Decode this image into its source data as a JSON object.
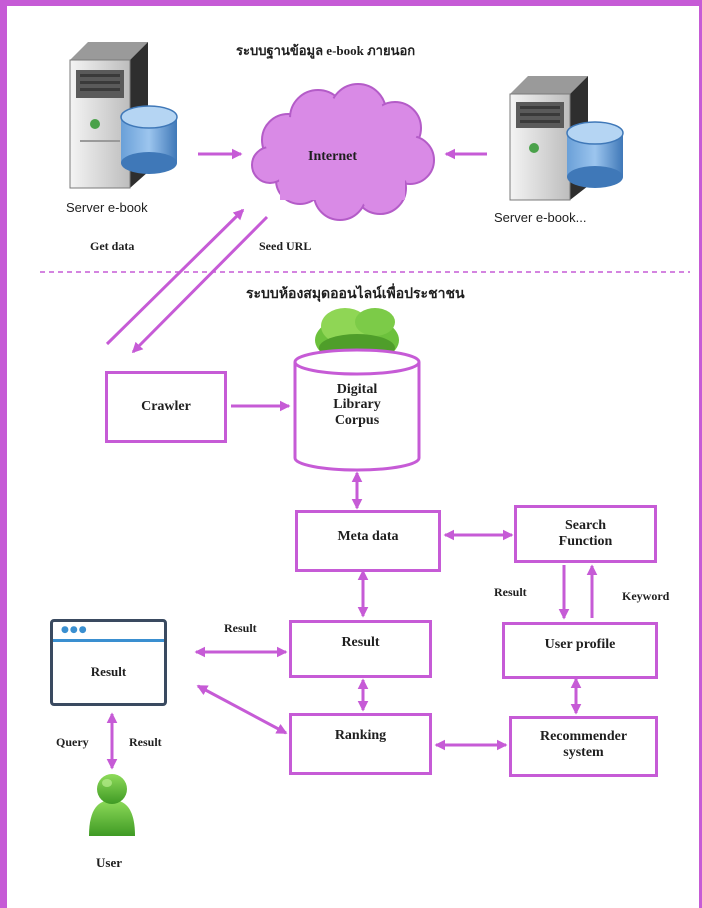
{
  "titles": {
    "external": "ระบบฐานข้อมูล e-book ภายนอก",
    "library": "ระบบห้องสมุดออนไลน์เพื่อประชาชน"
  },
  "servers": {
    "left_label": "Server e-book",
    "right_label": "Server e-book..."
  },
  "internet": {
    "label": "Internet"
  },
  "edge_labels": {
    "get_data": "Get data",
    "seed_url": "Seed URL",
    "result_meta_to_browser": "Result",
    "result_search": "Result",
    "keyword": "Keyword",
    "query": "Query",
    "result_user": "Result"
  },
  "nodes": {
    "crawler": "Crawler",
    "corpus": "Digital\nLibrary\nCorpus",
    "meta_data": "Meta data",
    "search_function": "Search\nFunction",
    "result": "Result",
    "user_profile": "User profile",
    "ranking": "Ranking",
    "recommender": "Recommender\nsystem",
    "browser_result": "Result",
    "user": "User"
  },
  "colors": {
    "accent": "#c65bd6",
    "cloud": "#d98ae6",
    "user_icon": "#5dbb3a",
    "leaf": "#4f9e2a"
  },
  "icons": [
    "server-icon",
    "database-icon",
    "cloud-icon",
    "leaf-cloud-icon",
    "browser-window-icon",
    "user-icon"
  ]
}
